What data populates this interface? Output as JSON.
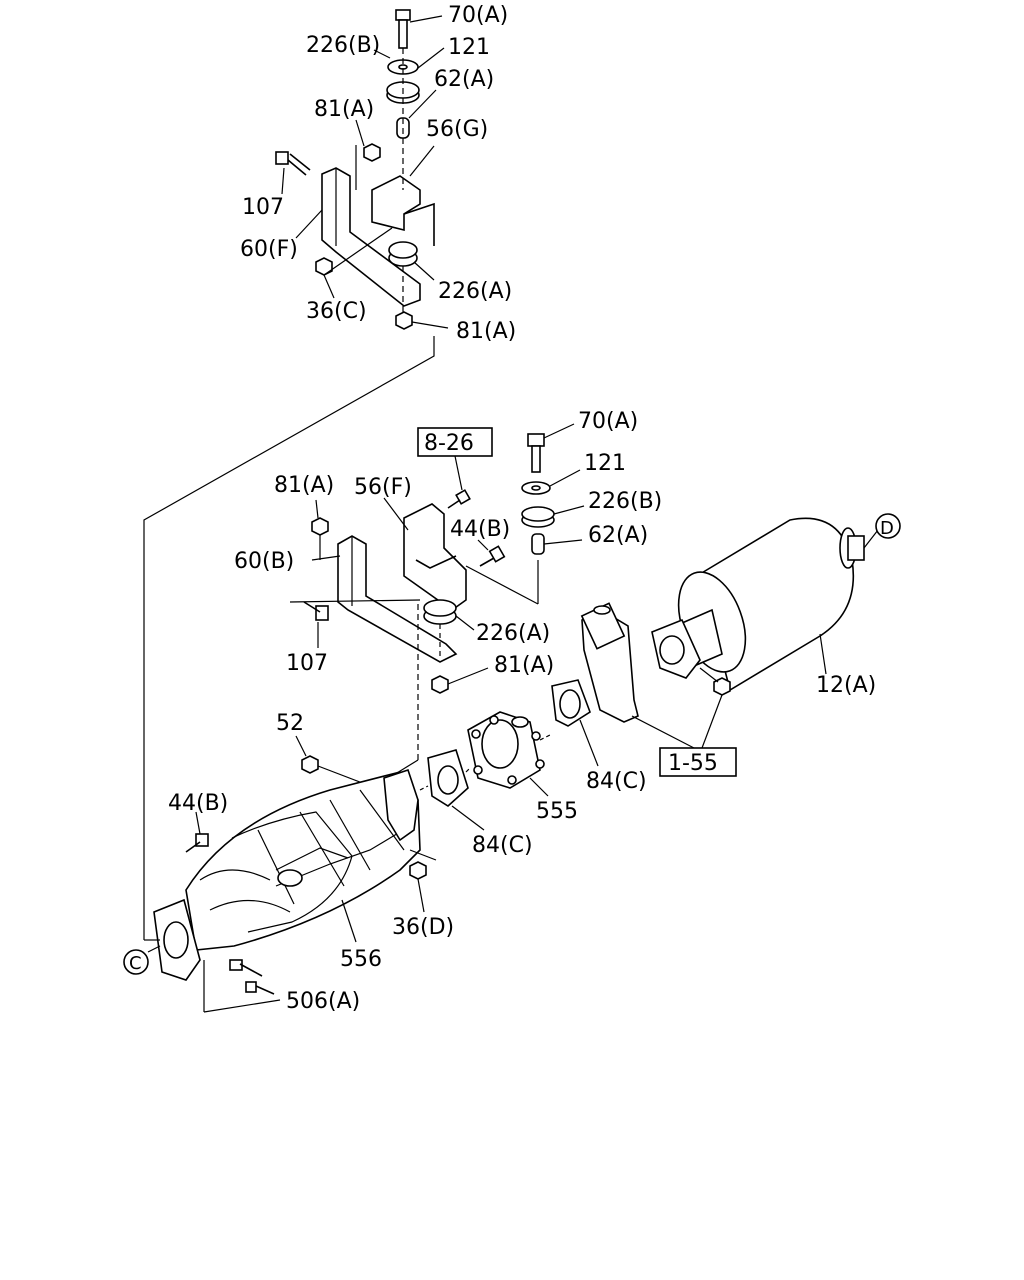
{
  "callouts": {
    "top_70a": "70(A)",
    "top_226b": "226(B)",
    "top_121": "121",
    "top_62a": "62(A)",
    "top_81a": "81(A)",
    "top_56g": "56(G)",
    "top_107": "107",
    "top_60f": "60(F)",
    "top_226a": "226(A)",
    "top_36c": "36(C)",
    "top_81a_lower": "81(A)",
    "mid_70a": "70(A)",
    "mid_121": "121",
    "mid_226b": "226(B)",
    "mid_62a": "62(A)",
    "ref_8_26": "8-26",
    "mid_81a": "81(A)",
    "mid_56f": "56(F)",
    "mid_44b": "44(B)",
    "mid_60b": "60(B)",
    "mid_226a": "226(A)",
    "mid_107": "107",
    "mid_81a_lower": "81(A)",
    "muffler_12a": "12(A)",
    "conn_d": "D",
    "conn_c": "C",
    "ref_1_55": "1-55",
    "low_52": "52",
    "low_84c_right": "84(C)",
    "low_555": "555",
    "low_84c_left": "84(C)",
    "low_44b": "44(B)",
    "low_36d": "36(D)",
    "low_556": "556",
    "low_506a": "506(A)"
  }
}
